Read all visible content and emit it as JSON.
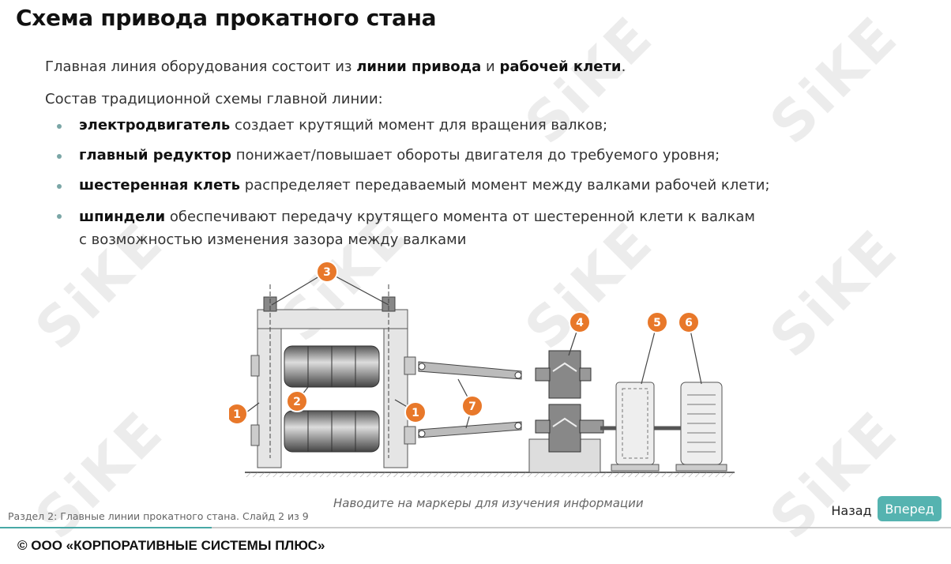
{
  "title": "Схема привода прокатного стана",
  "intro": {
    "prefix": "Главная линия оборудования состоит из ",
    "bold1": "линии привода",
    "mid": " и ",
    "bold2": "рабочей клети",
    "suffix": "."
  },
  "composition": "Состав традиционной схемы главной линии:",
  "bullets": [
    {
      "term": "электродвигатель",
      "text": " создает крутящий момент для вращения валков;"
    },
    {
      "term": "главный редуктор",
      "text": " понижает/повышает обороты двигателя до требуемого уровня;"
    },
    {
      "term": "шестеренная клеть",
      "text": " распределяет передаваемый момент между валками рабочей клети;"
    },
    {
      "term": "шпиндели",
      "text": " обеспечивают передачу крутящего момента от шестеренной клети к валкам",
      "line2": "с возможностью изменения зазора между валками"
    }
  ],
  "markers": [
    "1",
    "2",
    "3",
    "4",
    "5",
    "6",
    "7",
    "1"
  ],
  "hint": "Наводите на маркеры для изучения информации",
  "section": "Раздел 2: Главные линии прокатного стана. Слайд 2 из 9",
  "progress": {
    "current": 2,
    "total": 9
  },
  "nav": {
    "back": "Назад",
    "next": "Вперед"
  },
  "footer": "© ООО «КОРПОРАТИВНЫЕ СИСТЕМЫ ПЛЮС»",
  "watermark": "SiKE",
  "colors": {
    "accent": "#55b3b0",
    "marker": "#e8782a",
    "bullet": "#7aa6a6"
  }
}
